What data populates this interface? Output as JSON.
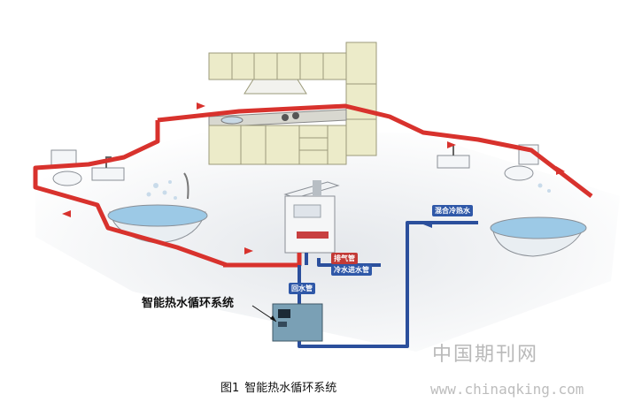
{
  "diagram": {
    "callout_label": "智能热水循环系统",
    "pipe_labels": {
      "mixed_hot_cold": "混合冷热水",
      "exhaust_pipe": "排气管",
      "cold_inlet_pipe": "冷水进水管",
      "return_pipe": "回水管"
    },
    "caption_number": "图1",
    "caption_text": "智能热水循环系统",
    "watermark_cn": "中国期刊网",
    "watermark_url": "www.chinaqking.com",
    "colors": {
      "hot_pipe": "#d8322d",
      "cold_pipe": "#2b4f9c",
      "floor": "#dfe3e8",
      "cabinet": "#ecebc9"
    }
  }
}
